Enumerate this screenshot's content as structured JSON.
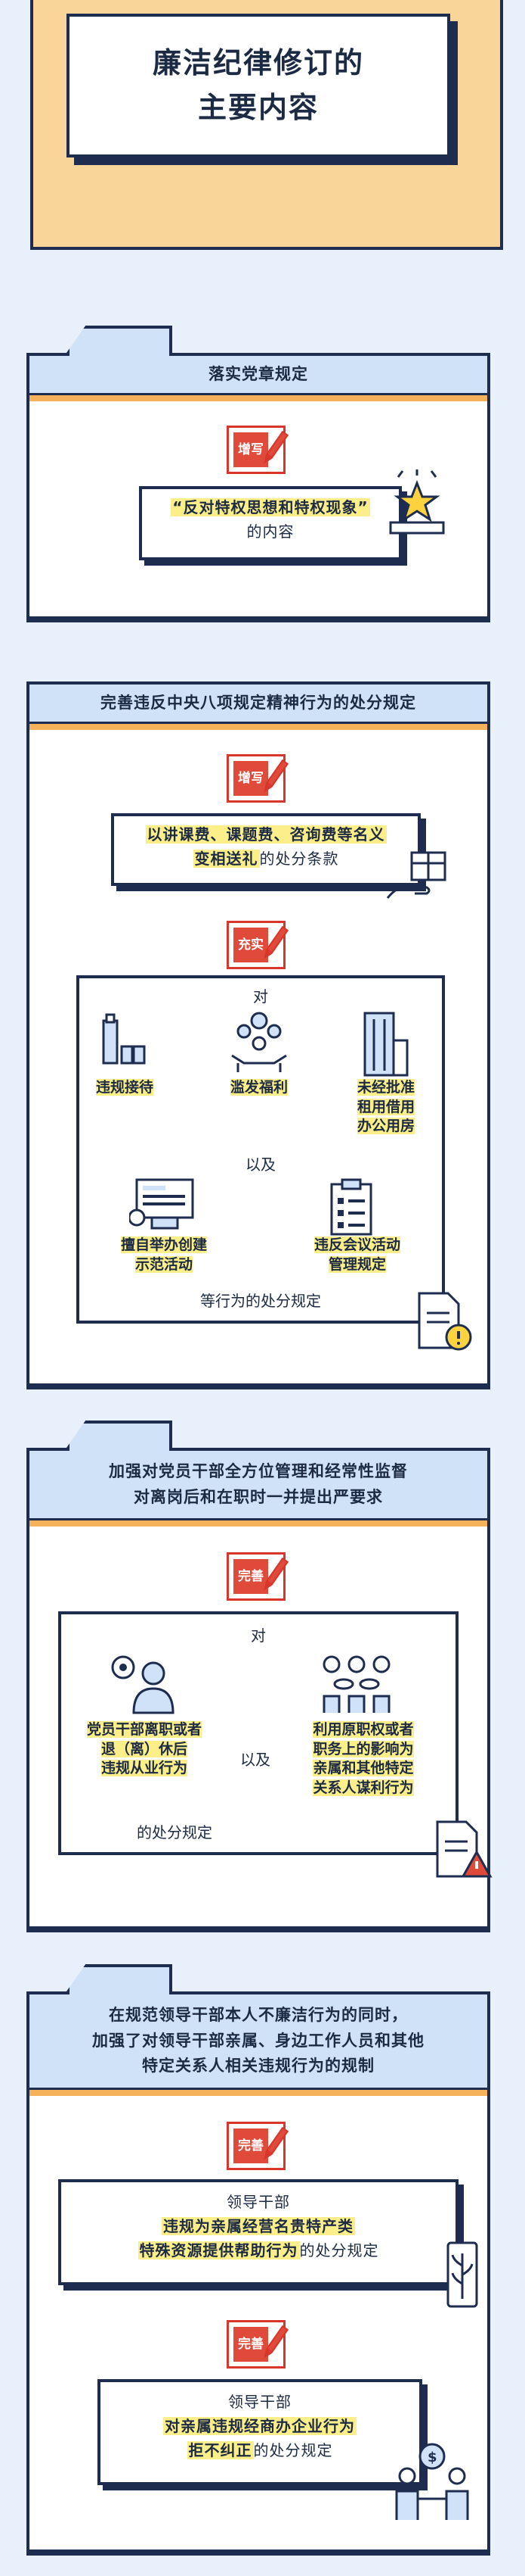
{
  "header": {
    "title_line1": "廉洁纪律修订的",
    "title_line2": "主要内容"
  },
  "section1": {
    "heading": "落实党章规定",
    "tag": "增写",
    "quote": "“反对特权思想和特权现象”",
    "suffix": "的内容"
  },
  "section2": {
    "heading": "完善违反中央八项规定精神行为的处分规定",
    "tag1": "增写",
    "item1_line1": "以讲课费、课题费、咨询费等名义",
    "item1_line2_hl": "变相送礼",
    "item1_line2_rest": "的处分条款",
    "tag2": "充实",
    "dui": "对",
    "icon1_label": "违规接待",
    "icon2_label": "滥发福利",
    "icon3_label_l1": "未经批准",
    "icon3_label_l2": "租用借用",
    "icon3_label_l3": "办公用房",
    "yiji": "以及",
    "icon4_label_l1": "擅自举办创建",
    "icon4_label_l2": "示范活动",
    "icon5_label_l1": "违反会议活动",
    "icon5_label_l2": "管理规定",
    "footer": "等行为的处分规定"
  },
  "section3": {
    "heading_line1": "加强对党员干部全方位管理和经常性监督",
    "heading_line2": "对离岗后和在职时一并提出严要求",
    "tag": "完善",
    "dui": "对",
    "left_l1": "党员干部离职或者",
    "left_l2": "退（离）休后",
    "left_l3": "违规从业行为",
    "yiji": "以及",
    "right_l1": "利用原职权或者",
    "right_l2": "职务上的影响为",
    "right_l3": "亲属和其他特定",
    "right_l4": "关系人谋利行为",
    "footer": "的处分规定"
  },
  "section4": {
    "heading_line1": "在规范领导干部本人不廉洁行为的同时，",
    "heading_line2": "加强了对领导干部亲属、身边工作人员和其他",
    "heading_line3": "特定关系人相关违规行为的规制",
    "tag1": "完善",
    "box1_l1": "领导干部",
    "box1_l2": "违规为亲属经营名贵特产类",
    "box1_l3_hl": "特殊资源提供帮助行为",
    "box1_l3_rest": "的处分规定",
    "tag2": "完善",
    "box2_l1": "领导干部",
    "box2_l2": "对亲属违规经商办企业行为",
    "box2_l3_hl": "拒不纠正",
    "box2_l3_rest": "的处分规定"
  },
  "colors": {
    "navy": "#1e2d4f",
    "header_bg": "#fad59a",
    "section_head": "#cfe2f7",
    "tag_red": "#e04a3a",
    "highlight": "#fcef8a",
    "stripe_orange": "#f6b25a"
  }
}
